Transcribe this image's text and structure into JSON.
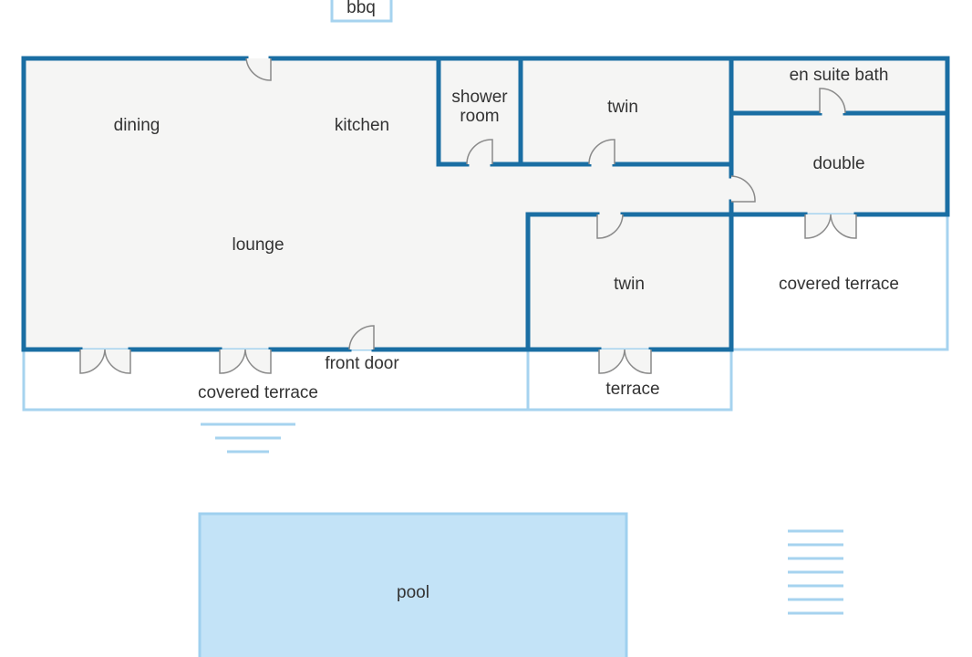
{
  "title": "floor plan",
  "rooms": {
    "bbq": "bbq",
    "dining": "dining",
    "kitchen": "kitchen",
    "shower_line1": "shower",
    "shower_line2": "room",
    "twin_upper": "twin",
    "en_suite": "en suite bath",
    "double": "double",
    "lounge": "lounge",
    "twin_lower": "twin",
    "covered_terrace_right": "covered terrace",
    "front_door": "front door",
    "covered_terrace_front": "covered terrace",
    "terrace": "terrace",
    "pool": "pool"
  },
  "colors": {
    "wall": "#1a6ea3",
    "outline": "#a6d3ef",
    "floor": "#f5f5f4",
    "pool": "#c3e3f7"
  }
}
